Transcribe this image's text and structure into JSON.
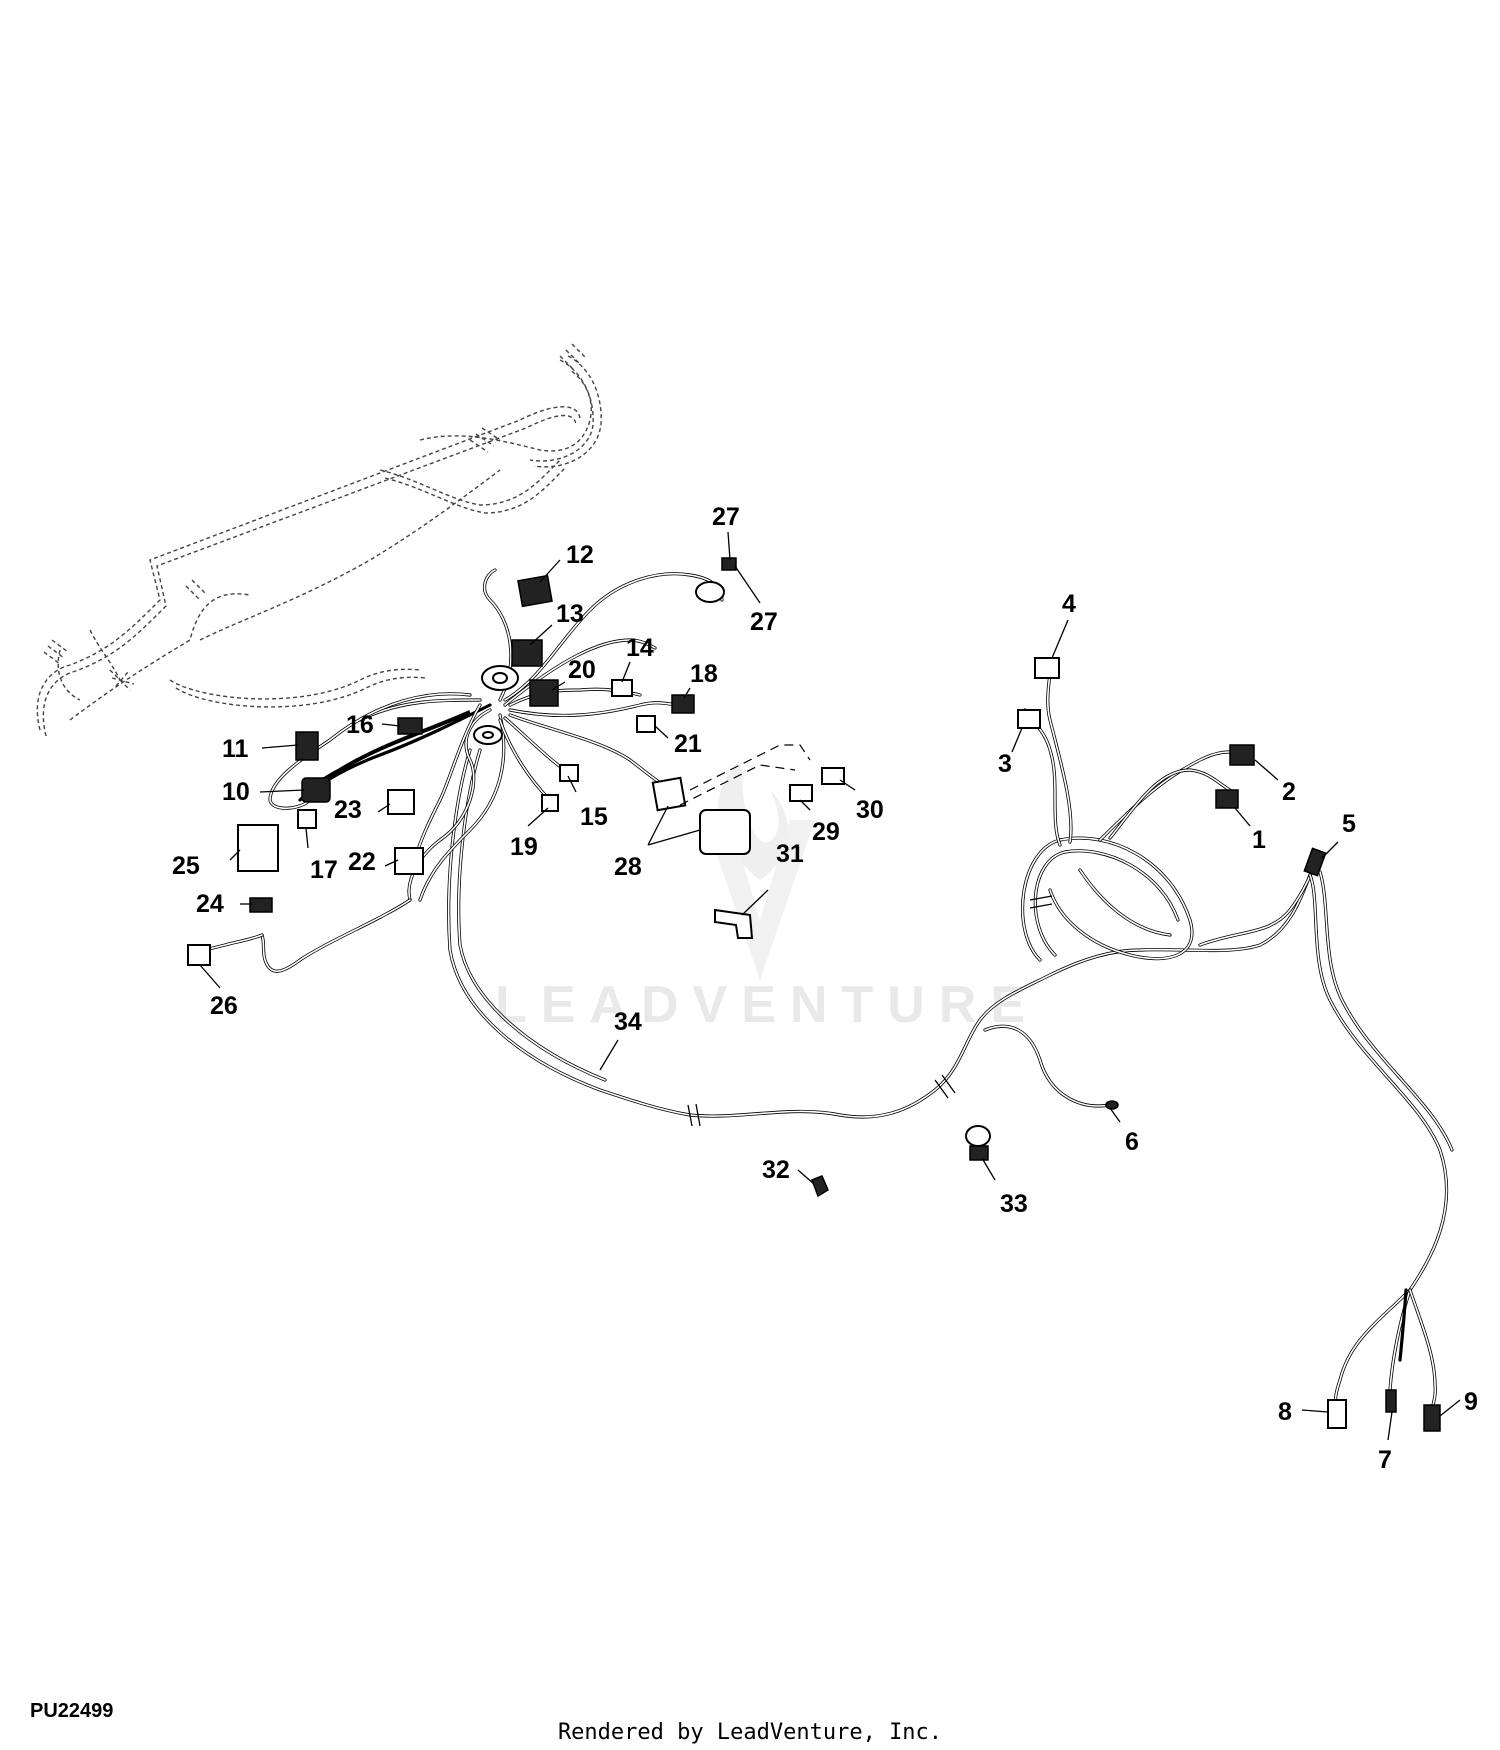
{
  "diagram": {
    "watermark": "LEADVENTURE",
    "figure_id": "PU22499",
    "credit": "Rendered by LeadVenture, Inc.",
    "callouts": [
      {
        "id": "1",
        "text": "1"
      },
      {
        "id": "2",
        "text": "2"
      },
      {
        "id": "3",
        "text": "3"
      },
      {
        "id": "4",
        "text": "4"
      },
      {
        "id": "5",
        "text": "5"
      },
      {
        "id": "6",
        "text": "6"
      },
      {
        "id": "7",
        "text": "7"
      },
      {
        "id": "8",
        "text": "8"
      },
      {
        "id": "9",
        "text": "9"
      },
      {
        "id": "10",
        "text": "10"
      },
      {
        "id": "11",
        "text": "11"
      },
      {
        "id": "12",
        "text": "12"
      },
      {
        "id": "13",
        "text": "13"
      },
      {
        "id": "14",
        "text": "14"
      },
      {
        "id": "15",
        "text": "15"
      },
      {
        "id": "16",
        "text": "16"
      },
      {
        "id": "17",
        "text": "17"
      },
      {
        "id": "18",
        "text": "18"
      },
      {
        "id": "19",
        "text": "19"
      },
      {
        "id": "20",
        "text": "20"
      },
      {
        "id": "21",
        "text": "21"
      },
      {
        "id": "22",
        "text": "22"
      },
      {
        "id": "23",
        "text": "23"
      },
      {
        "id": "24",
        "text": "24"
      },
      {
        "id": "25",
        "text": "25"
      },
      {
        "id": "26",
        "text": "26"
      },
      {
        "id": "27a",
        "text": "27"
      },
      {
        "id": "27b",
        "text": "27"
      },
      {
        "id": "28",
        "text": "28"
      },
      {
        "id": "29",
        "text": "29"
      },
      {
        "id": "30",
        "text": "30"
      },
      {
        "id": "31",
        "text": "31"
      },
      {
        "id": "32",
        "text": "32"
      },
      {
        "id": "33",
        "text": "33"
      },
      {
        "id": "34",
        "text": "34"
      }
    ]
  }
}
